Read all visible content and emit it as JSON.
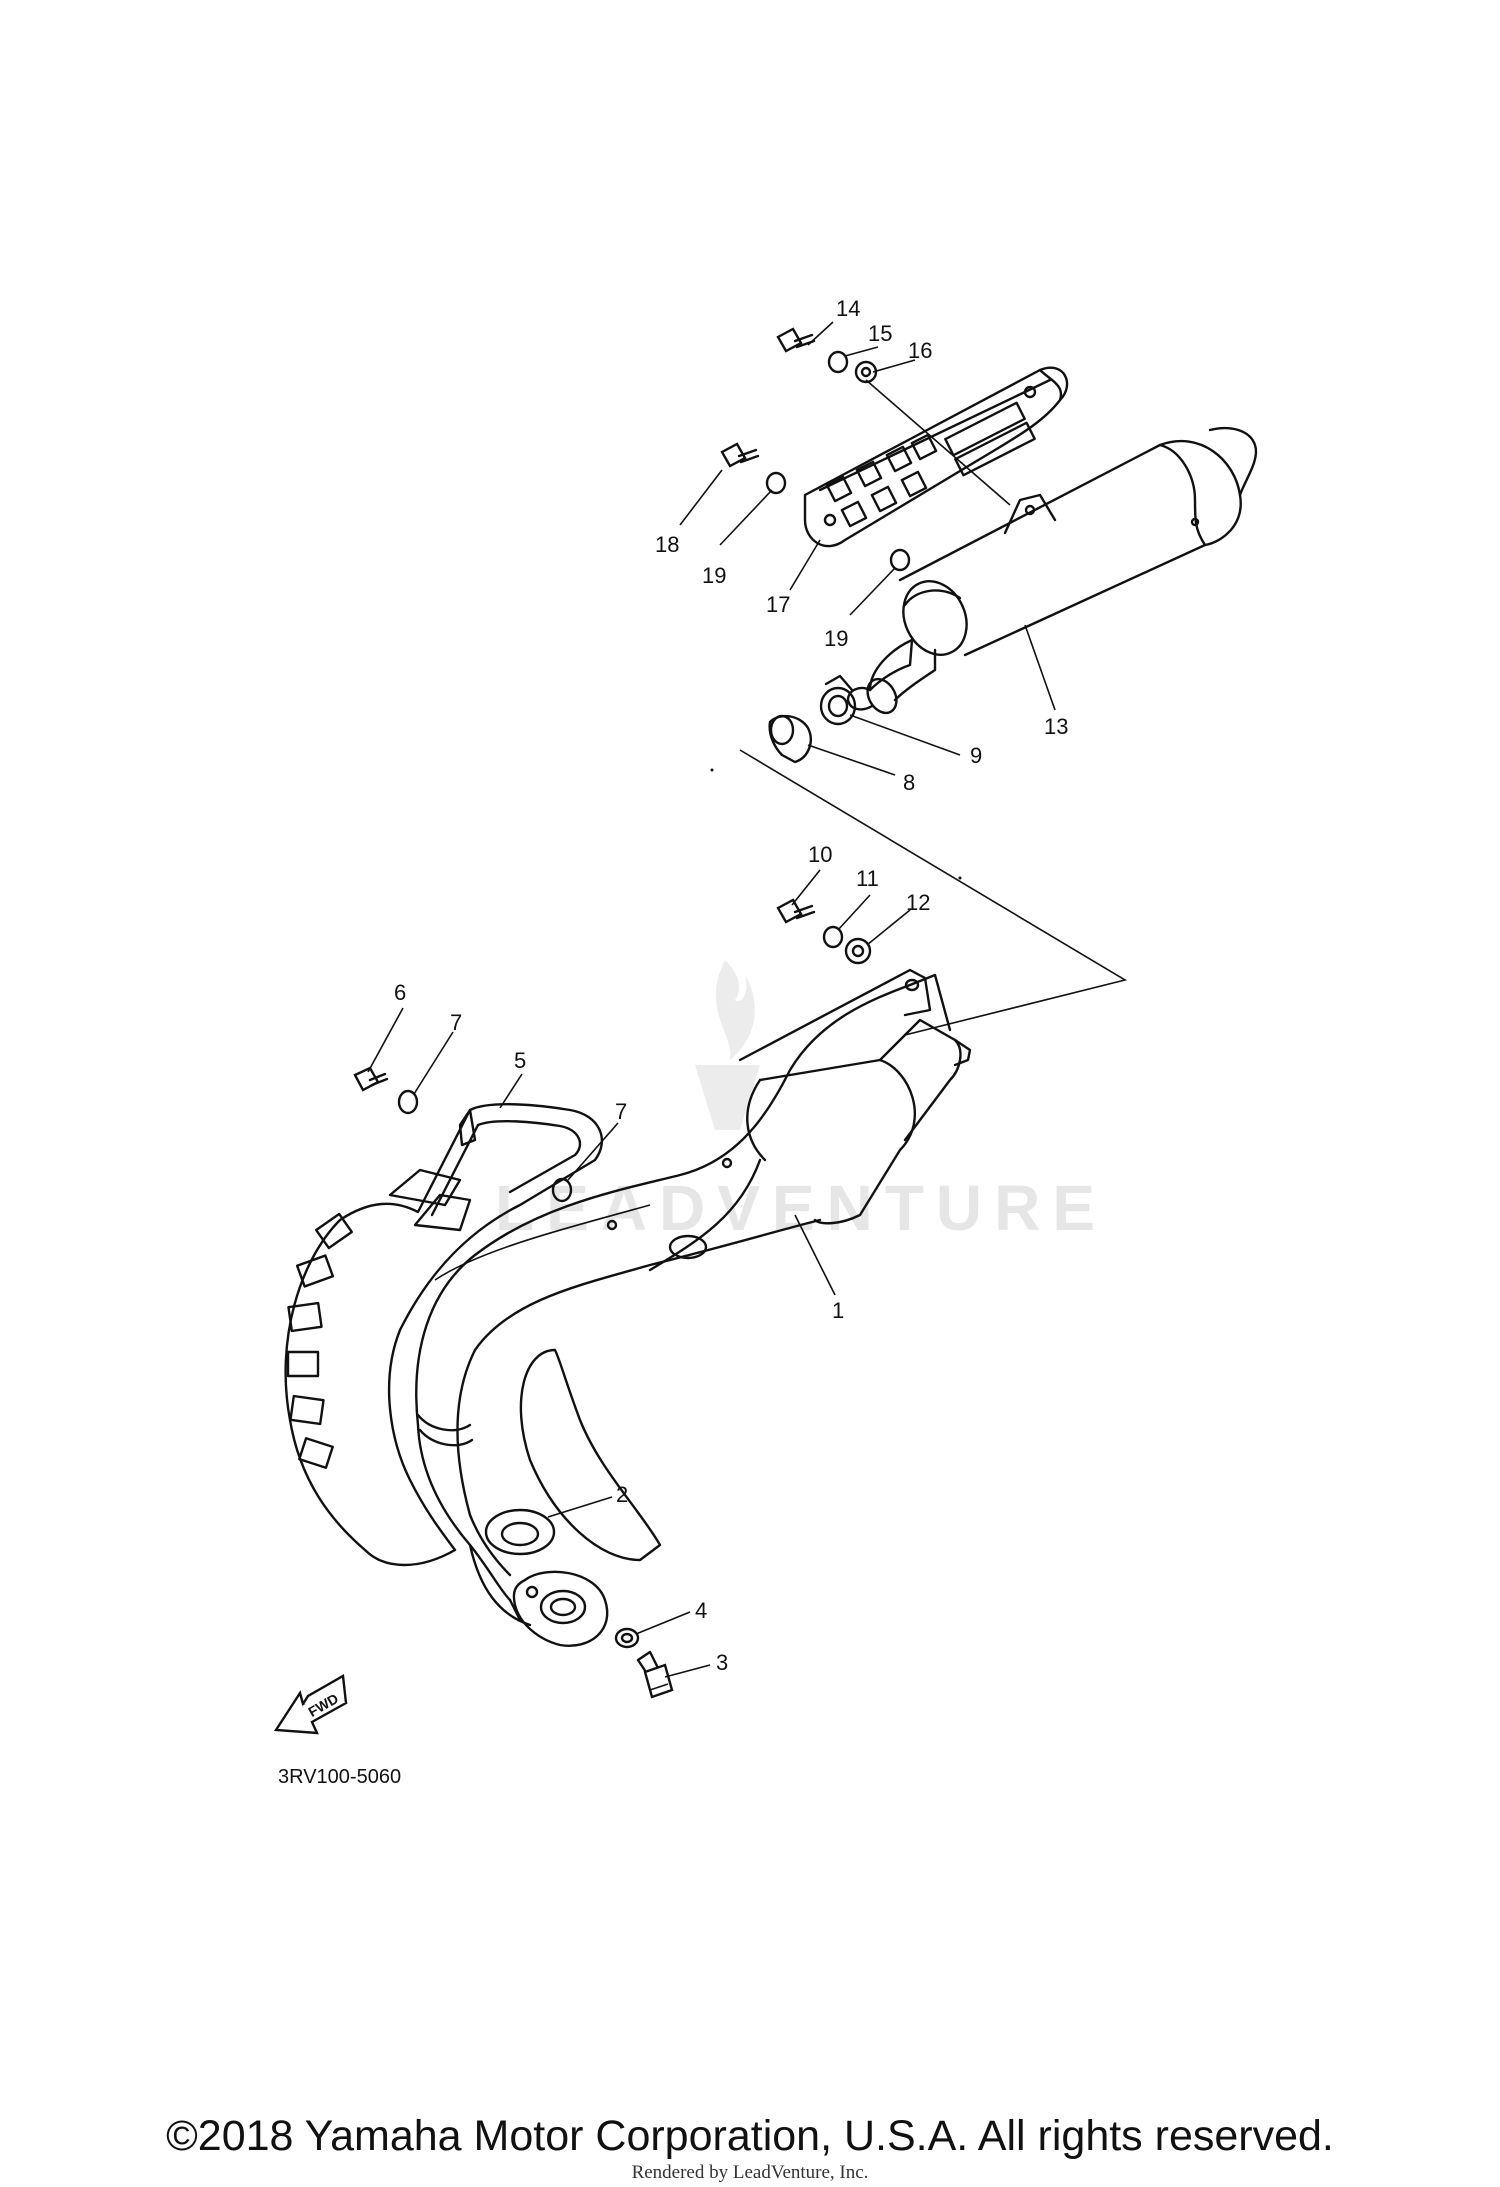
{
  "diagram": {
    "callouts": {
      "c1": "1",
      "c2": "2",
      "c3": "3",
      "c4": "4",
      "c5": "5",
      "c6": "6",
      "c7a": "7",
      "c7b": "7",
      "c8": "8",
      "c9": "9",
      "c10": "10",
      "c11": "11",
      "c12": "12",
      "c13": "13",
      "c14": "14",
      "c15": "15",
      "c16": "16",
      "c17": "17",
      "c18": "18",
      "c19a": "19",
      "c19b": "19"
    },
    "diagram_code": "3RV100-5060",
    "fwd_label": "FWD",
    "watermark": "LEADVENTURE"
  },
  "footer": {
    "copyright": "©2018 Yamaha Motor Corporation, U.S.A. All rights reserved.",
    "rendered_by": "Rendered by LeadVenture, Inc."
  }
}
